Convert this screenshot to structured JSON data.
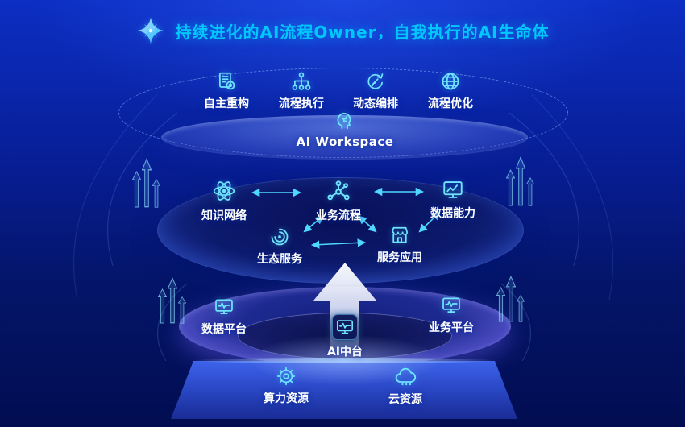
{
  "title": {
    "text": "持续进化的AI流程Owner，自我执行的AI生命体",
    "logo_icon": "sparkle-flower-icon",
    "accent_color": "#00c8ff"
  },
  "workspace_ring": {
    "platform_label": "AI Workspace",
    "center_icon": "ai-head-icon",
    "capabilities": [
      {
        "label": "自主重构",
        "icon": "document-gear-icon"
      },
      {
        "label": "流程执行",
        "icon": "flow-tree-icon"
      },
      {
        "label": "动态编排",
        "icon": "orchestration-icon"
      },
      {
        "label": "流程优化",
        "icon": "globe-icon"
      }
    ]
  },
  "core_layer": {
    "primary": [
      {
        "label": "知识网络",
        "icon": "atom-icon"
      },
      {
        "label": "业务流程",
        "icon": "network-nodes-icon"
      },
      {
        "label": "数据能力",
        "icon": "data-chart-icon"
      }
    ],
    "secondary": [
      {
        "label": "生态服务",
        "icon": "ecosystem-spiral-icon"
      },
      {
        "label": "服务应用",
        "icon": "storefront-icon"
      }
    ],
    "connections": [
      {
        "from": "知识网络",
        "to": "业务流程",
        "bidirectional": true
      },
      {
        "from": "业务流程",
        "to": "数据能力",
        "bidirectional": true
      },
      {
        "from": "业务流程",
        "to": "生态服务",
        "bidirectional": true
      },
      {
        "from": "业务流程",
        "to": "服务应用",
        "bidirectional": true
      },
      {
        "from": "生态服务",
        "to": "服务应用",
        "bidirectional": true
      },
      {
        "from": "数据能力",
        "to": "服务应用",
        "bidirectional": true
      }
    ]
  },
  "platform_layer": {
    "items": [
      {
        "label": "数据平台",
        "icon": "monitor-pulse-icon"
      },
      {
        "label": "AI中台",
        "icon": "monitor-pulse-icon"
      },
      {
        "label": "业务平台",
        "icon": "monitor-pulse-icon"
      }
    ]
  },
  "resource_layer": {
    "items": [
      {
        "label": "算力资源",
        "icon": "compute-gear-icon"
      },
      {
        "label": "云资源",
        "icon": "cloud-icon"
      }
    ]
  },
  "colors": {
    "background_top": "#0c2ec2",
    "background_bottom": "#020d51",
    "title_accent": "#00c8ff",
    "icon_accent": "#6fe4ff",
    "label_text": "#ffffff",
    "arrow_accent": "#4fd8ff",
    "platform_glow_purple": "#8d85f6",
    "center_arrow_white": "#ffffff"
  }
}
